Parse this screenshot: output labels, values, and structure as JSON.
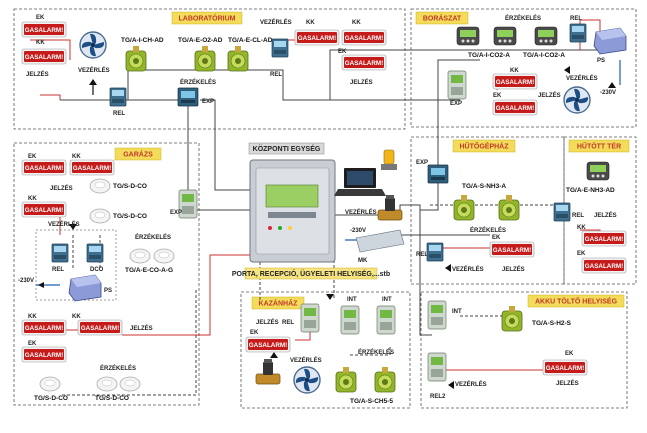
{
  "colors": {
    "alarm": "#c51b1b",
    "section_label": "#c0392b",
    "section_bg": "#f3dc5a",
    "power": "#1f5fb0",
    "red_line": "#c83232"
  },
  "sections": {
    "laboratorium": "LABORATÓRIUM",
    "boraszat": "BORÁSZAT",
    "garazs": "GARÁZS",
    "hutogephaz": "HŰTŐGÉPHÁZ",
    "hutott_ter": "HŰTÖTT TÉR",
    "kazanhaz": "KAZÁNHÁZ",
    "akku": "AKKU TÖLTŐ HELYISÉG",
    "central_header": "KÖZPONTI EGYSÉG",
    "central_caption": "PORTA, RECEPCIÓ, ÜGYELETI HELYISÉG,...stb"
  },
  "labels": {
    "ek": "EK",
    "kk": "KK",
    "alarm": "GASALARM!",
    "vezerles": "VEZÉRLÉS",
    "jelzes": "JELZÉS",
    "erzekeles": "ÉRZÉKELÉS",
    "rel": "REL",
    "rel2": "REL2",
    "exp": "EXP",
    "int": "INT",
    "dco": "DCO",
    "ps": "PS",
    "mk": "MK",
    "power": "-230V"
  },
  "sensors": {
    "lab1": "TG/A-I-CH-AD",
    "lab2": "TG/A-E-O2-AD",
    "lab3": "TG/A-E-CL-AD",
    "bor1": "TG/A-I-CO2-A",
    "bor2": "TG/A-I-CO2-A",
    "gar1": "TG/S-D-CO",
    "gar2": "TG/S-D-CO",
    "gar3": "TG/A-E-CO-A-G",
    "gar4": "TG/S-D-CO",
    "gar5": "TG/S-D-CO",
    "hut1": "TG/A-S-NH3-A",
    "hut2": "TG/A-E-NH3-AD",
    "kaz": "TG/A-S-CH5-5",
    "akku": "TG/A-S-H2-S"
  }
}
